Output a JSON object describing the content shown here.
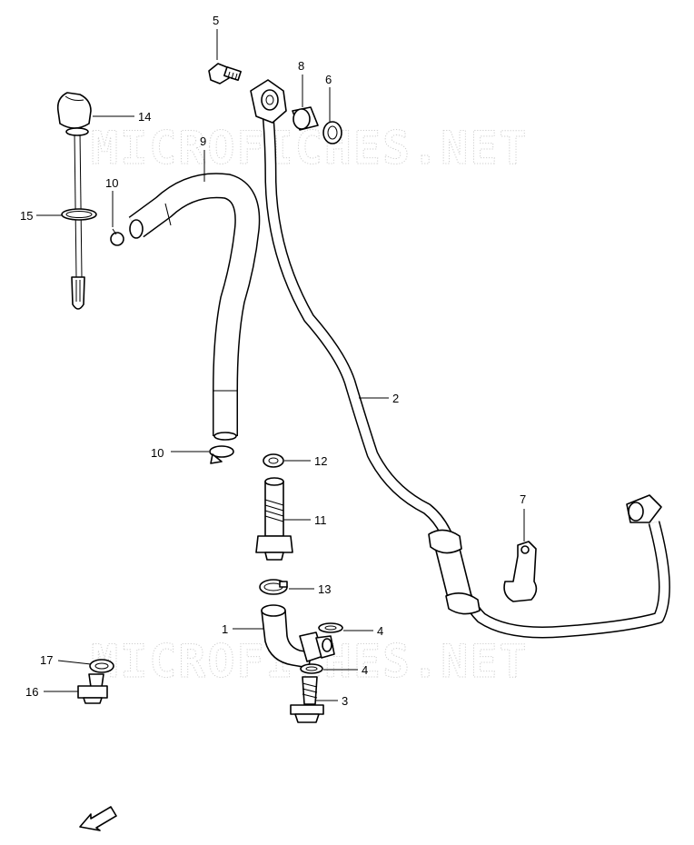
{
  "watermark": "MICROFICHES.NET",
  "fwd_label": "FWD",
  "callouts": {
    "c1": "1",
    "c2": "2",
    "c3": "3",
    "c4a": "4",
    "c4b": "4",
    "c5": "5",
    "c6": "6",
    "c7": "7",
    "c8": "8",
    "c9": "9",
    "c10a": "10",
    "c10b": "10",
    "c11": "11",
    "c12": "12",
    "c13": "13",
    "c14": "14",
    "c15": "15",
    "c16": "16",
    "c17": "17"
  }
}
